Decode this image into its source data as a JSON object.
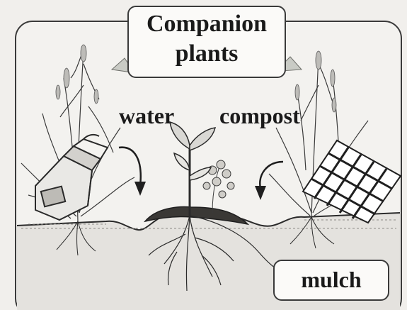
{
  "diagram": {
    "title_lines": [
      "Companion",
      "plants"
    ],
    "labels": {
      "water": "water",
      "compost": "compost",
      "mulch": "mulch"
    },
    "colors": {
      "background": "#f1efec",
      "frame": "#3a3a3a",
      "label_box": "#fbfaf8",
      "pointer_arrow": "#c9cbc5",
      "ink": "#2a2a2a",
      "soil": "#d9d7d3"
    },
    "icons": [
      "watering-can-icon",
      "compost-basket-icon",
      "seedling-icon",
      "grass-clump-icon",
      "down-arrow-icon"
    ]
  }
}
